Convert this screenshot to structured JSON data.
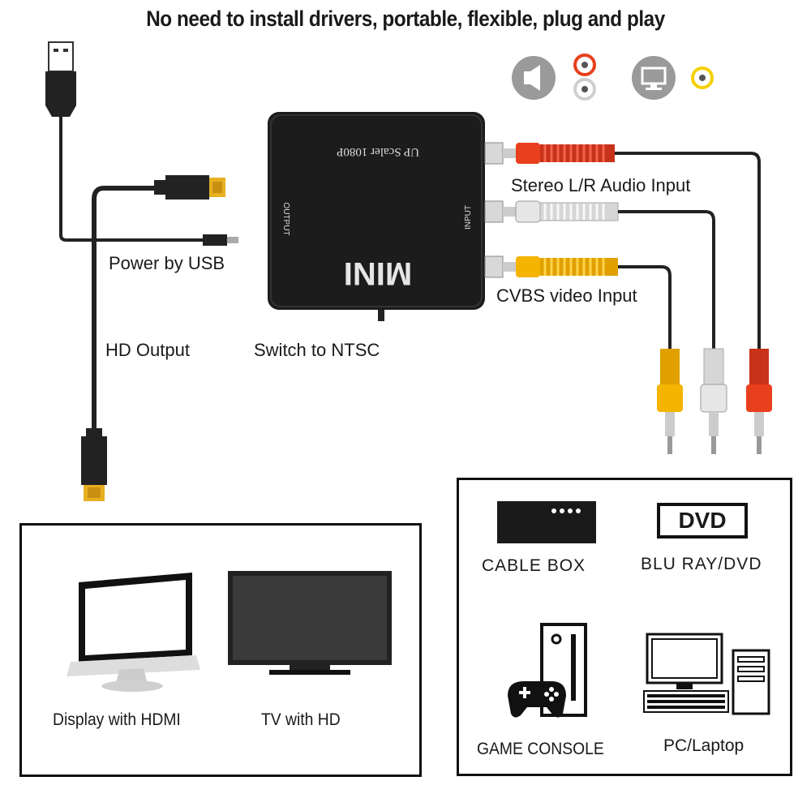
{
  "headline": "No need to install drivers, portable, flexible, plug and play",
  "labels": {
    "power": "Power by USB",
    "hd_output": "HD Output",
    "switch": "Switch to NTSC",
    "audio_input": "Stereo L/R Audio Input",
    "video_input": "CVBS video Input"
  },
  "device": {
    "scaler": "UP Scaler 1080P",
    "brand": "MINI",
    "output_port": "OUTPUT",
    "input_port": "INPUT",
    "color": "#1c1c1c"
  },
  "outputs": {
    "items": [
      {
        "label": "Display with HDMI"
      },
      {
        "label": "TV with HD"
      }
    ]
  },
  "sources": {
    "items": [
      {
        "label": "CABLE BOX"
      },
      {
        "label": "BLU RAY/DVD",
        "badge": "DVD"
      },
      {
        "label": "GAME CONSOLE"
      },
      {
        "label": "PC/Laptop"
      }
    ]
  },
  "colors": {
    "red": "#e8401c",
    "white": "#e0e0e0",
    "yellow": "#f5b400",
    "gold": "#e8b020",
    "icon_gray": "#9a9a9a"
  },
  "icons": [
    "speaker-icon",
    "audio-rca-icon",
    "monitor-icon",
    "video-rca-icon"
  ]
}
